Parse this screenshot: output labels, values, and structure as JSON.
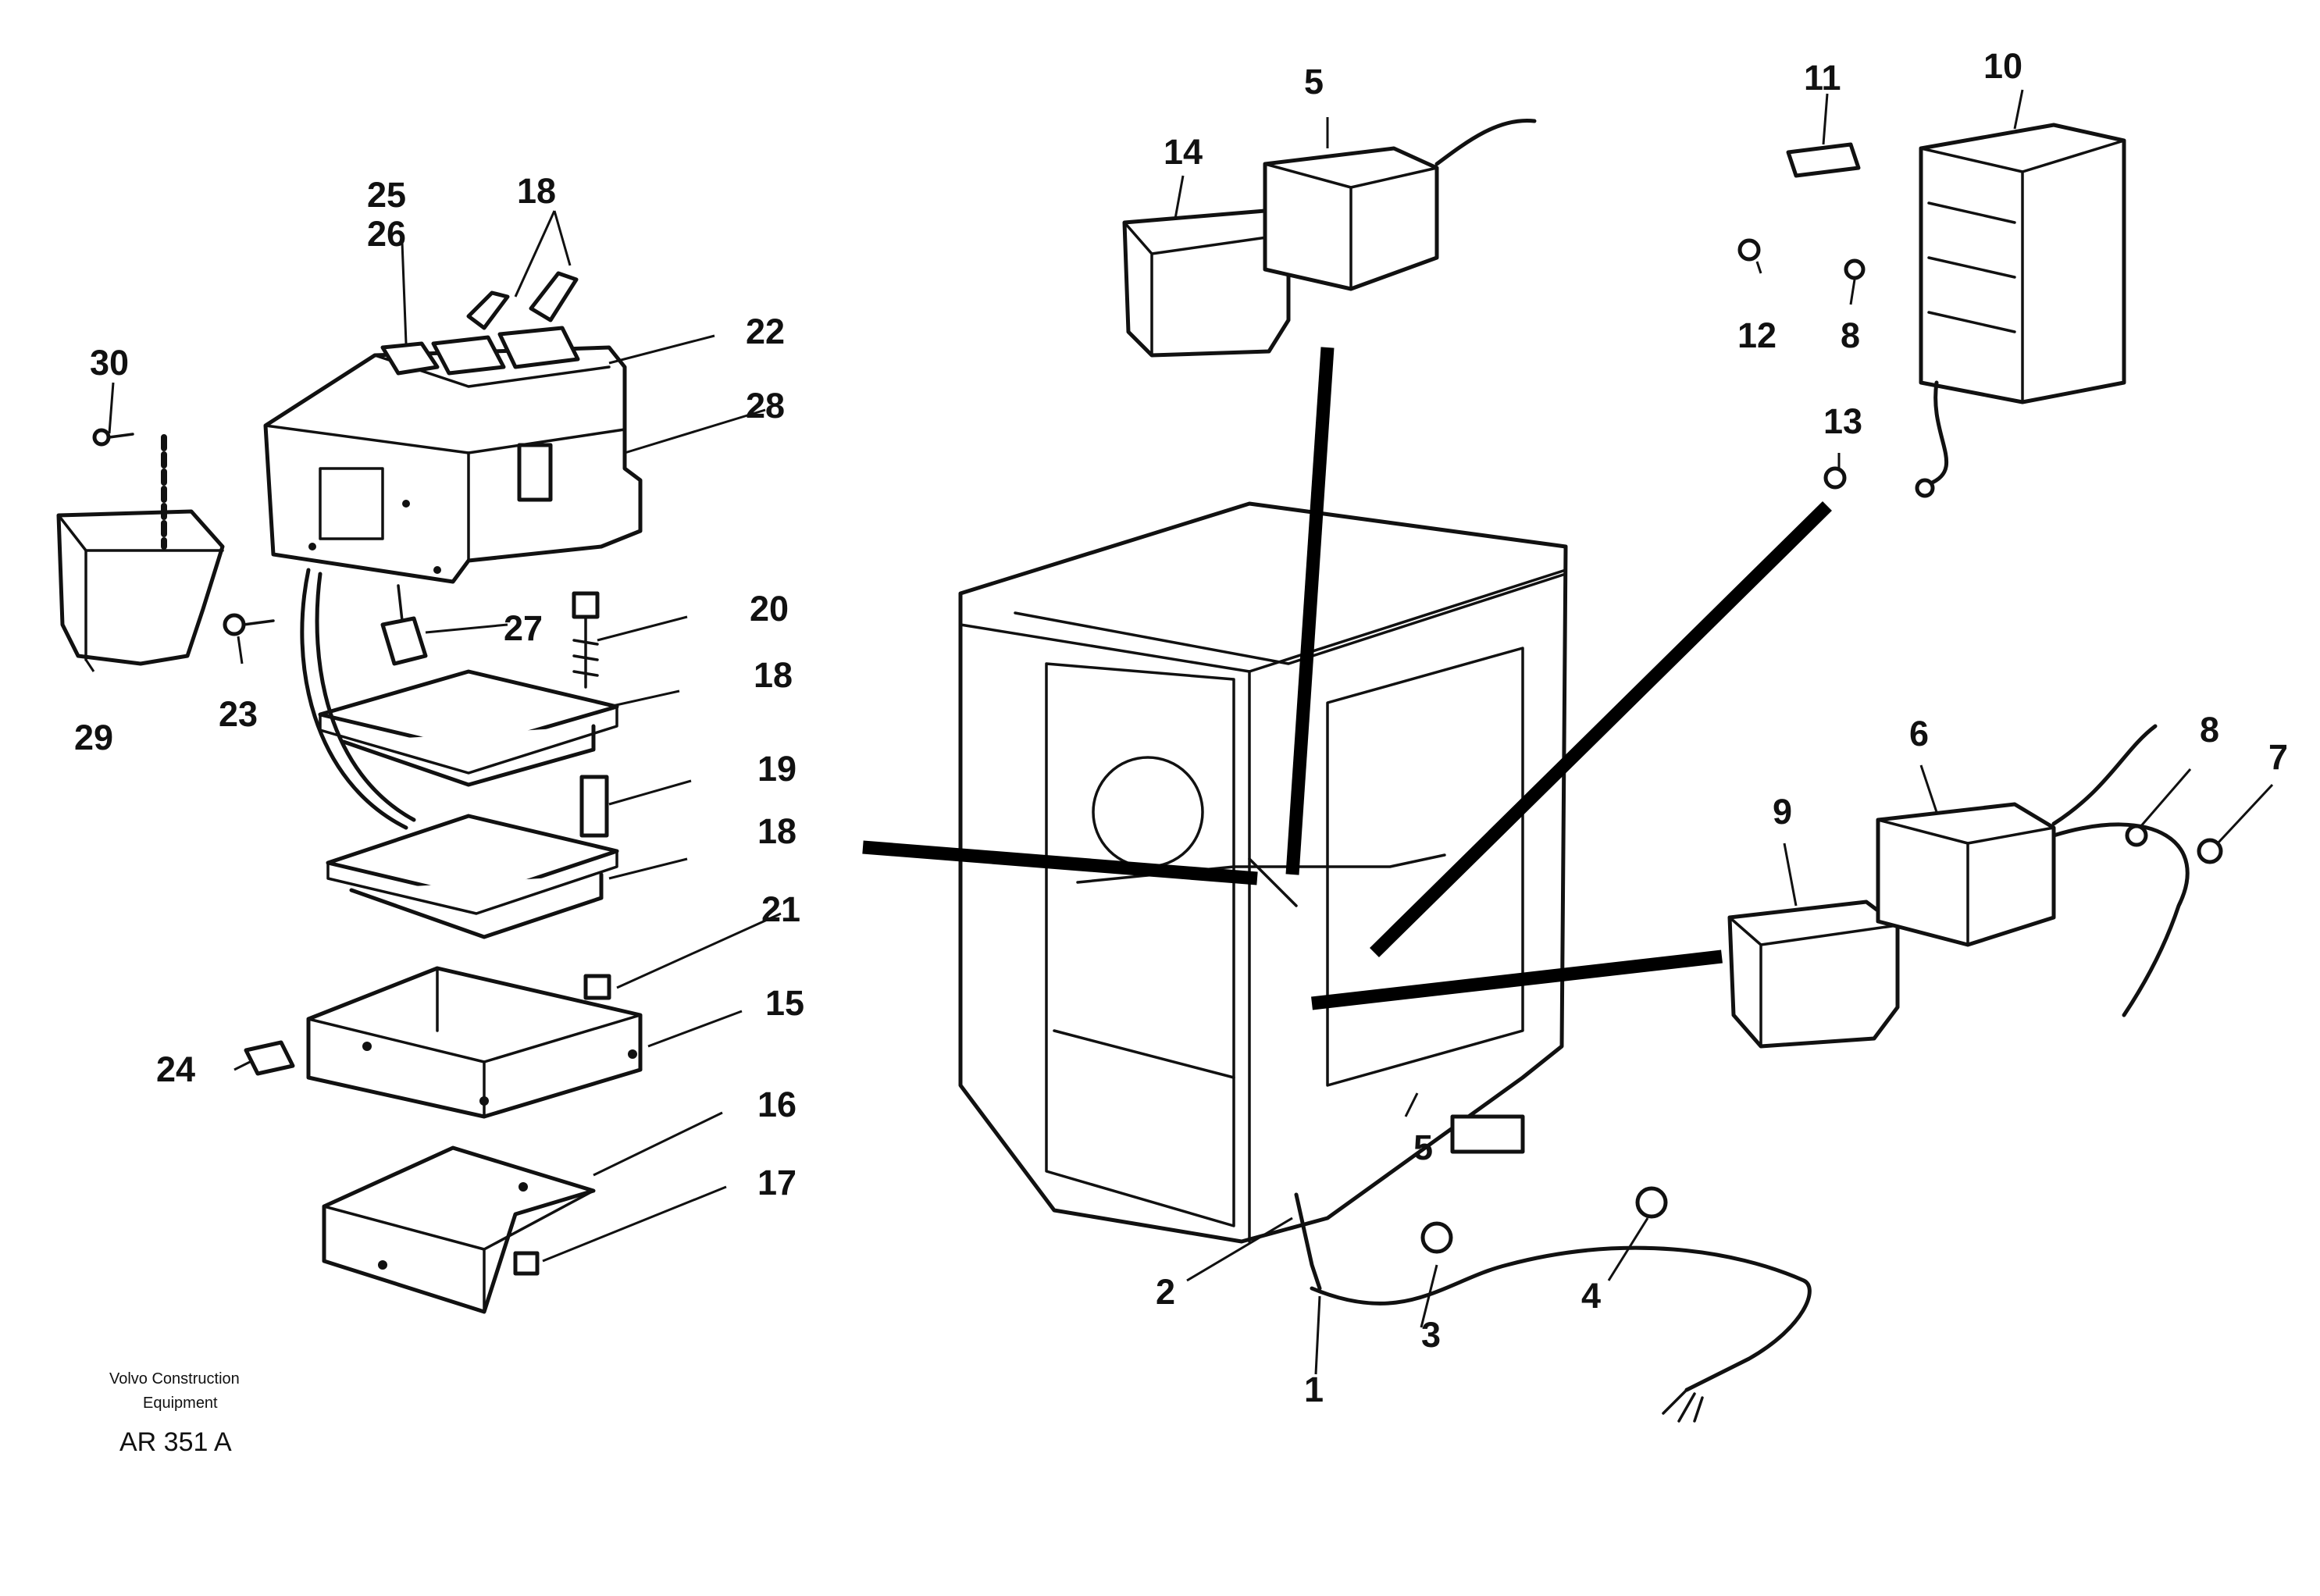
{
  "diagram": {
    "callouts": [
      {
        "id": "c1",
        "label": "1"
      },
      {
        "id": "c2",
        "label": "2"
      },
      {
        "id": "c3",
        "label": "3"
      },
      {
        "id": "c4",
        "label": "4"
      },
      {
        "id": "c5a",
        "label": "5"
      },
      {
        "id": "c5b",
        "label": "5"
      },
      {
        "id": "c6",
        "label": "6"
      },
      {
        "id": "c7",
        "label": "7"
      },
      {
        "id": "c8a",
        "label": "8"
      },
      {
        "id": "c8b",
        "label": "8"
      },
      {
        "id": "c9",
        "label": "9"
      },
      {
        "id": "c10",
        "label": "10"
      },
      {
        "id": "c11",
        "label": "11"
      },
      {
        "id": "c12",
        "label": "12"
      },
      {
        "id": "c13",
        "label": "13"
      },
      {
        "id": "c14",
        "label": "14"
      },
      {
        "id": "c15",
        "label": "15"
      },
      {
        "id": "c16",
        "label": "16"
      },
      {
        "id": "c17",
        "label": "17"
      },
      {
        "id": "c18a",
        "label": "18"
      },
      {
        "id": "c18b",
        "label": "18"
      },
      {
        "id": "c18c",
        "label": "18"
      },
      {
        "id": "c19",
        "label": "19"
      },
      {
        "id": "c20",
        "label": "20"
      },
      {
        "id": "c21",
        "label": "21"
      },
      {
        "id": "c22",
        "label": "22"
      },
      {
        "id": "c23",
        "label": "23"
      },
      {
        "id": "c24",
        "label": "24"
      },
      {
        "id": "c25",
        "label": "25"
      },
      {
        "id": "c26",
        "label": "26"
      },
      {
        "id": "c27",
        "label": "27"
      },
      {
        "id": "c28",
        "label": "28"
      },
      {
        "id": "c29",
        "label": "29"
      },
      {
        "id": "c30",
        "label": "30"
      }
    ],
    "caption": {
      "company_line1": "Volvo Construction",
      "company_line2": "Equipment",
      "drawing_code": "AR 351 A"
    }
  }
}
